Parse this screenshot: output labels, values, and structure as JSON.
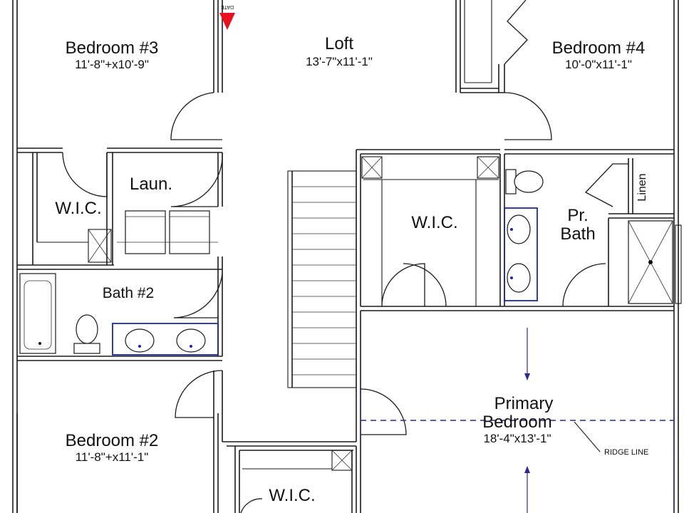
{
  "rooms": {
    "bedroom3": {
      "name": "Bedroom #3",
      "dims": "11'-8\"+x10'-9\""
    },
    "loft": {
      "name": "Loft",
      "dims": "13'-7\"x11'-1\""
    },
    "bedroom4": {
      "name": "Bedroom #4",
      "dims": "10'-0\"x11'-1\""
    },
    "laundry": {
      "name": "Laun."
    },
    "wic_left": {
      "name": "W.I.C."
    },
    "bath2": {
      "name": "Bath #2"
    },
    "wic_center": {
      "name": "W.I.C."
    },
    "pr_bath": {
      "line1": "Pr.",
      "line2": "Bath"
    },
    "linen": {
      "name": "Linen"
    },
    "primary": {
      "line1": "Primary",
      "line2": "Bedroom",
      "dims": "18'-4\"x13'-1\""
    },
    "bedroom2": {
      "name": "Bedroom #2",
      "dims": "11'-8\"+x11'-1\""
    },
    "wic_bottom": {
      "name": "W.I.C."
    }
  },
  "annotations": {
    "ridge_line": "RIDGE LINE",
    "datum_marker": "DATE"
  },
  "colors": {
    "wall": "#1a1a1a",
    "fixture_blue": "#1c2a9c",
    "marker_red": "#e8101c",
    "dashed_line": "#2a2a8a"
  }
}
